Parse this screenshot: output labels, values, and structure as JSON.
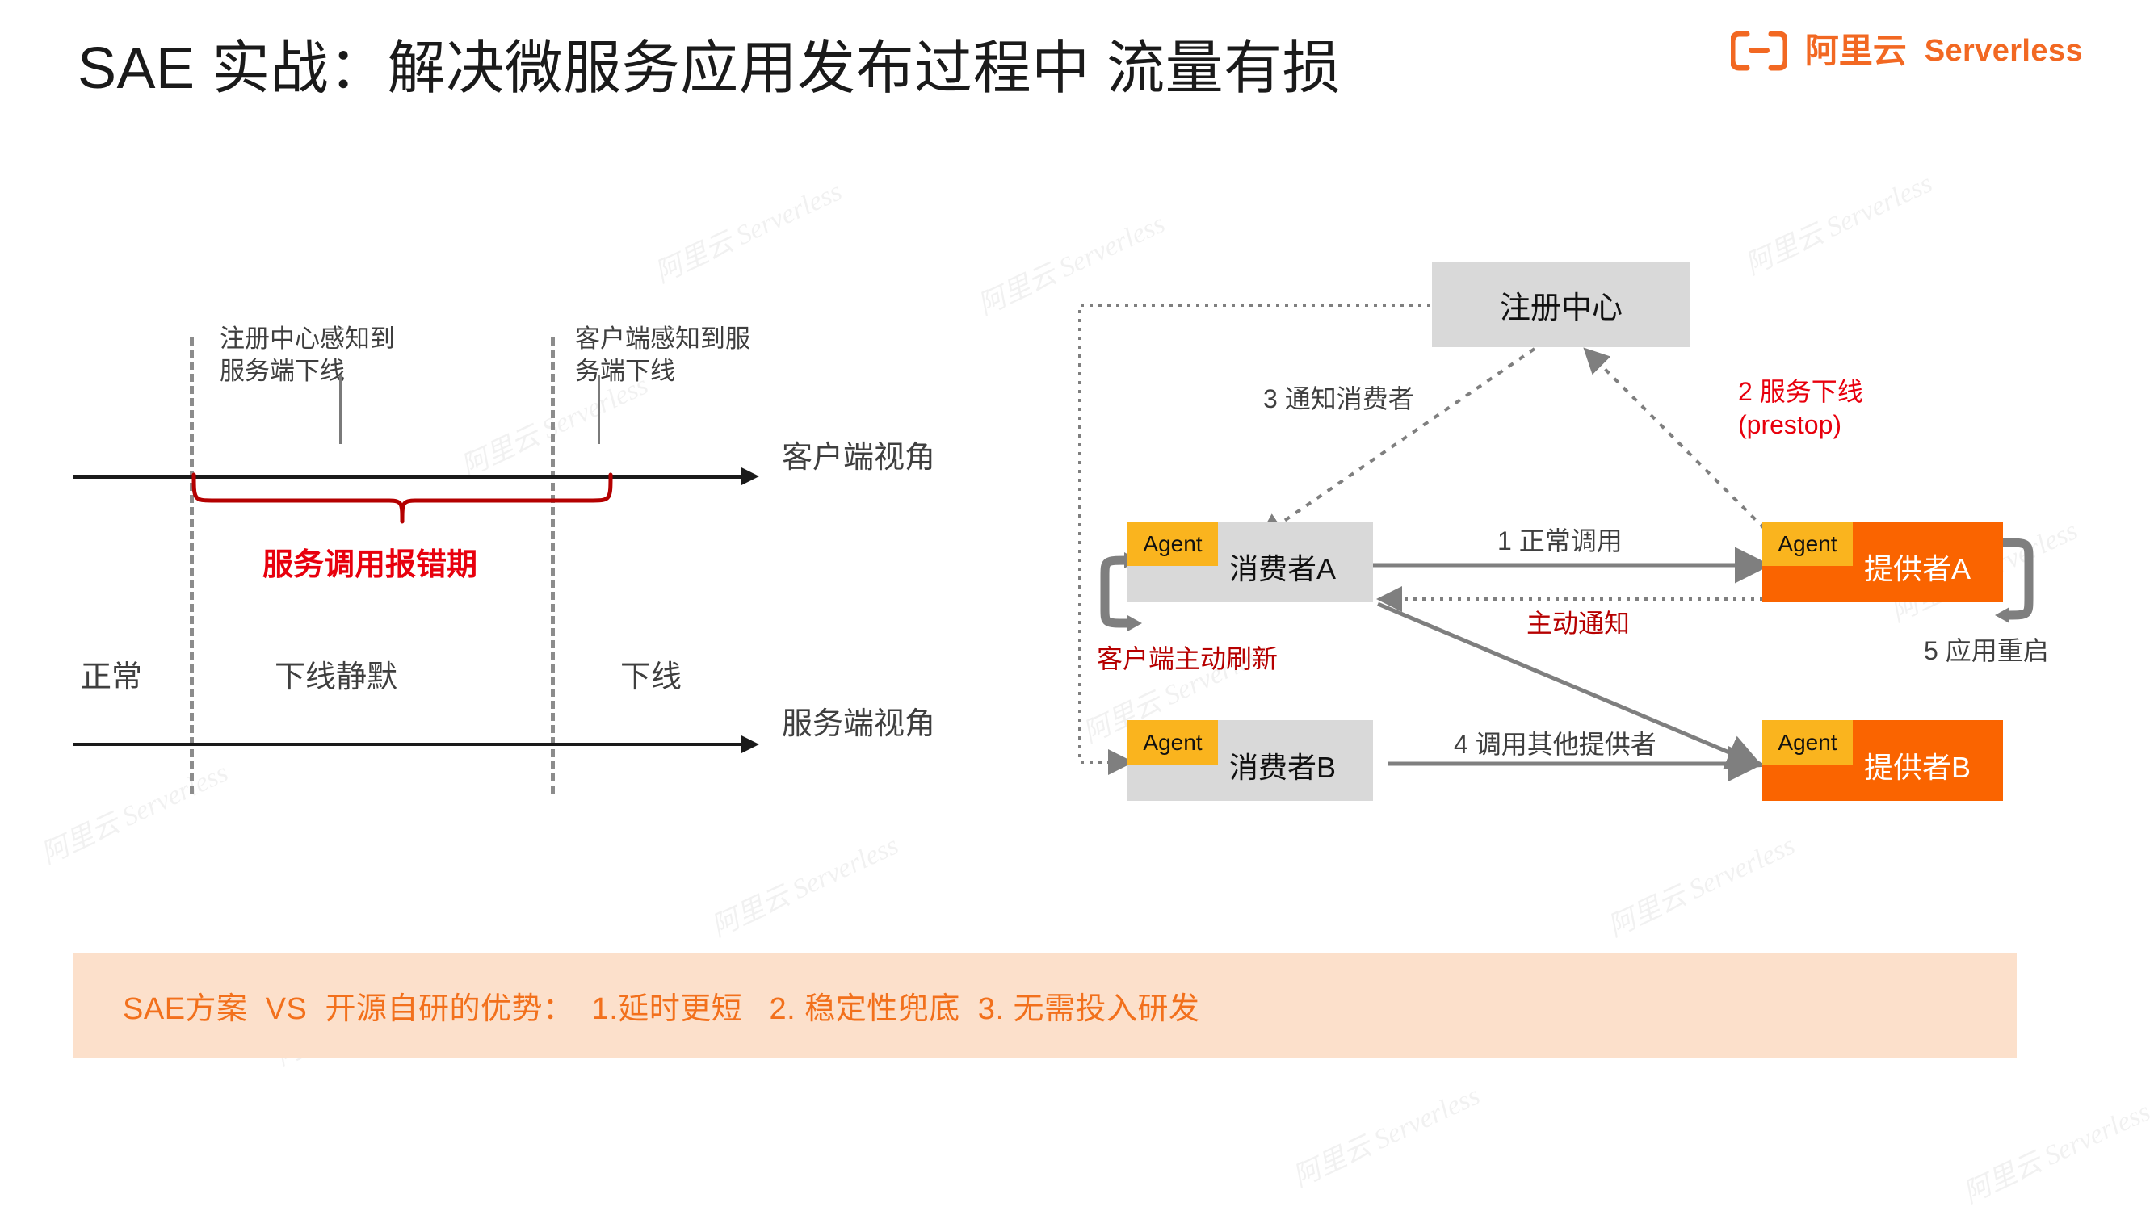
{
  "header": {
    "title": "SAE 实战：解决微服务应用发布过程中\n流量有损",
    "brand": {
      "bracket_left": "(",
      "bracket_dash": "—",
      "bracket_right": ")",
      "ali_text": "阿里云",
      "serverless_text": "Serverless",
      "brand_color": "#F26822"
    }
  },
  "watermark": {
    "text": "阿里云 Serverless"
  },
  "left_diagram": {
    "name": "timeline-diagram",
    "client_axis_label": "客户端视角",
    "server_axis_label": "服务端视角",
    "annotations": [
      {
        "id": "registry-detect",
        "text": "注册中心感知到\n服务端下线"
      },
      {
        "id": "client-detect",
        "text": "客户端感知到服\n务端下线"
      }
    ],
    "error_window_label": "服务调用报错期",
    "error_window_color": "#e8000d",
    "phases": [
      {
        "id": "normal",
        "label": "正常"
      },
      {
        "id": "silent",
        "label": "下线静默"
      },
      {
        "id": "offline",
        "label": "下线"
      }
    ]
  },
  "right_diagram": {
    "name": "service-flow-diagram",
    "registry": {
      "label": "注册中心",
      "fill": "#d9d9d9"
    },
    "nodes": [
      {
        "id": "consumer-a",
        "agent": "Agent",
        "label": "消费者A",
        "fill": "#d9d9d9",
        "text_color": "#111111"
      },
      {
        "id": "provider-a",
        "agent": "Agent",
        "label": "提供者A",
        "fill": "#fa6400",
        "text_color": "#ffffff"
      },
      {
        "id": "consumer-b",
        "agent": "Agent",
        "label": "消费者B",
        "fill": "#d9d9d9",
        "text_color": "#111111"
      },
      {
        "id": "provider-b",
        "agent": "Agent",
        "label": "提供者B",
        "fill": "#fa6400",
        "text_color": "#ffffff"
      }
    ],
    "flow_labels": [
      {
        "id": "step-1",
        "text": "1 正常调用",
        "color": "#3f3f3f"
      },
      {
        "id": "step-2",
        "text": "2 服务下线\n(prestop)",
        "color": "#e8000d"
      },
      {
        "id": "step-3",
        "text": "3 通知消费者",
        "color": "#3f3f3f"
      },
      {
        "id": "step-4",
        "text": "4 调用其他提供者",
        "color": "#3f3f3f"
      },
      {
        "id": "step-5",
        "text": "5 应用重启",
        "color": "#3f3f3f"
      },
      {
        "id": "active-notify",
        "text": "主动通知",
        "color": "#b60000"
      },
      {
        "id": "client-refresh",
        "text": "客户端主动刷新",
        "color": "#b60000"
      }
    ]
  },
  "footer": {
    "banner_text": "SAE方案  VS  开源自研的优势：  1.延时更短   2. 稳定性兜底  3. 无需投入研发",
    "banner_bg": "#fce0cb",
    "banner_fg": "#f2701c"
  }
}
